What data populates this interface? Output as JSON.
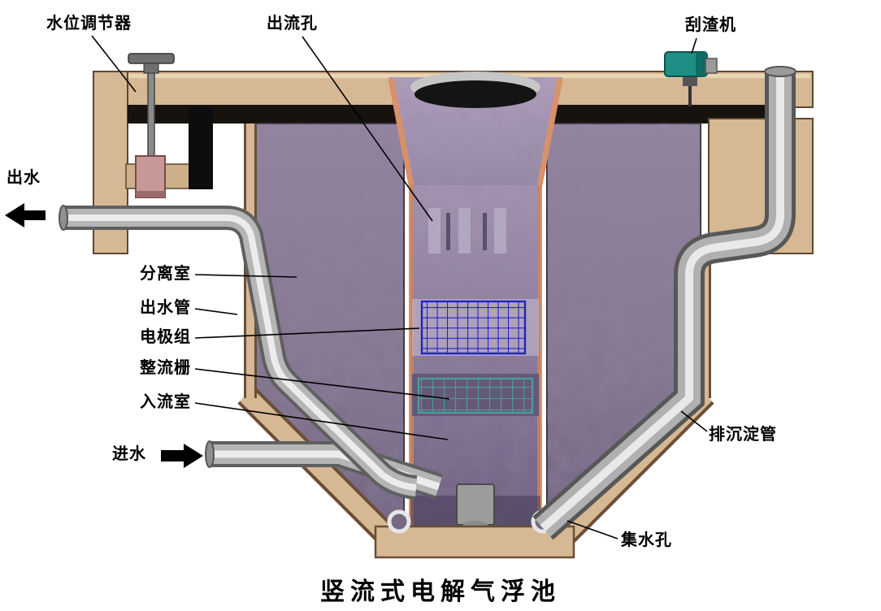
{
  "title": "竖流式电解气浮池",
  "labels": {
    "water_level_regulator": "水位调节器",
    "outflow_hole": "出流孔",
    "scraper": "刮渣机",
    "outlet_water": "出水",
    "separation_chamber": "分离室",
    "outlet_pipe": "出水管",
    "electrode_group": "电极组",
    "rectifier_grid": "整流栅",
    "inflow_chamber": "入流室",
    "inlet_water": "进水",
    "sediment_discharge_pipe": "排沉淀管",
    "water_collection_hole": "集水孔"
  },
  "colors": {
    "tank_wall_tan": "#d6b894",
    "tank_edge_dark": "#5f4733",
    "chamber_purple": "#8d7e99",
    "column_purple": "#9b89ab",
    "flare_edge_orange": "#d8916a",
    "pipe_gray": "#b5b5b5",
    "electrode_blue": "#2323c8",
    "rectifier_teal": "#4d9c98",
    "scraper_teal": "#1f8f86",
    "regulator_pink": "#c89898"
  }
}
